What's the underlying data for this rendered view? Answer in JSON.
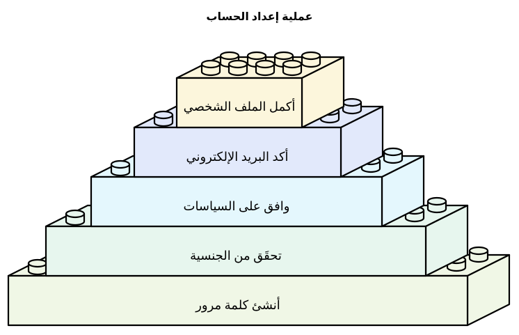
{
  "title": "عملية إعداد الحساب",
  "outline_color": "#000000",
  "text_color": "#000000",
  "bricks": [
    {
      "label": "أكمل الملف الشخصي",
      "color": "#FCF6DC"
    },
    {
      "label": "أكد البريد الإلكتروني",
      "color": "#E2E9FB"
    },
    {
      "label": "وافق على السياسات",
      "color": "#E4F7FD"
    },
    {
      "label": "تحقَق من الجنسية",
      "color": "#E7F6EE"
    },
    {
      "label": "أنشئ كلمة مرور",
      "color": "#F0F7E6"
    }
  ]
}
